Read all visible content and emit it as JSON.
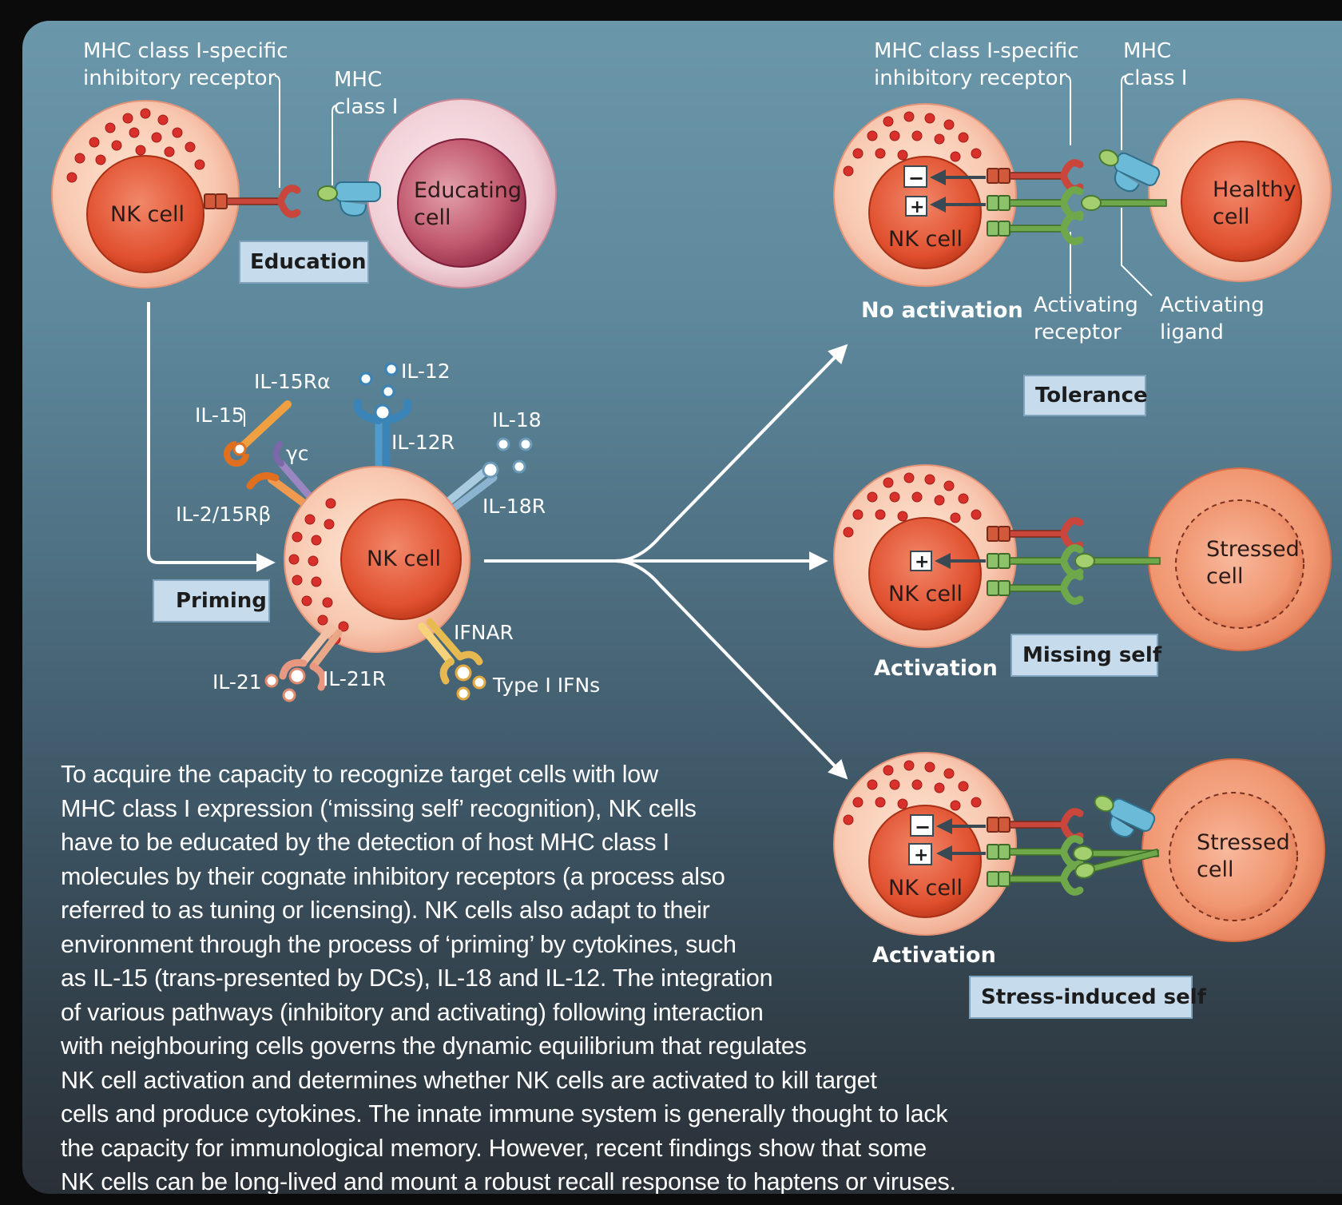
{
  "labels": {
    "mhc_inhib_receptor_left": [
      "MHC class I-specific",
      "inhibitory receptor"
    ],
    "mhc_class_i_left": [
      "MHC",
      "class I"
    ],
    "nk_cell": "NK cell",
    "educating_cell": [
      "Educating",
      "cell"
    ],
    "education": "Education",
    "priming": "Priming",
    "il15ra": "IL-15Rα",
    "il15": "IL-15",
    "il12": "IL-12",
    "il12r": "IL-12R",
    "il18": "IL-18",
    "il18r": "IL-18R",
    "gamma_c": "γc",
    "il2_15rb": "IL-2/15Rβ",
    "ifnar": "IFNAR",
    "il21": "IL-21",
    "il21r": "IL-21R",
    "type1_ifns": "Type I IFNs",
    "mhc_inhib_receptor_right": [
      "MHC class I-specific",
      "inhibitory receptor"
    ],
    "mhc_class_i_right": [
      "MHC",
      "class I"
    ],
    "healthy_cell": [
      "Healthy",
      "cell"
    ],
    "stressed_cell": [
      "Stressed",
      "cell"
    ],
    "no_activation": "No activation",
    "activating_receptor": [
      "Activating",
      "receptor"
    ],
    "activating_ligand": [
      "Activating",
      "ligand"
    ],
    "tolerance": "Tolerance",
    "activation": "Activation",
    "missing_self": "Missing self",
    "stress_induced_self": "Stress-induced self",
    "minus_sign": "−",
    "plus_sign": "+"
  },
  "colors": {
    "background_top": "#6b97aa",
    "background_bottom": "#2a3037",
    "nk_outer": "#f8c8b0",
    "nk_nucleus": "#e0502e",
    "granule": "#d8302a",
    "educating_outer": "#f0cfd6",
    "educating_nucleus": "#a8304a",
    "inhibitory_receptor": "#c8463c",
    "activating_receptor": "#6fa84a",
    "mhc_class_i": "#6bbad8",
    "label_box": "#c6dbeb"
  },
  "caption": [
    "To acquire the capacity to recognize target cells with low",
    "MHC class I expression (‘missing self’ recognition), NK cells",
    "have to be educated by the detection of host MHC class I",
    "molecules by their cognate inhibitory receptors (a process also",
    "referred to as tuning or licensing). NK cells also adapt to their",
    "environment through the process of ‘priming’ by cytokines, such",
    "as IL-15 (trans-presented by DCs), IL-18 and IL-12. The integration",
    "of various pathways (inhibitory and activating) following interaction",
    "with neighbouring cells governs the dynamic equilibrium that regulates",
    "NK cell activation and determines whether NK cells are activated to kill target",
    "cells and produce cytokines. The innate immune system is generally thought to lack",
    "the capacity for immunological memory. However, recent findings show that some",
    "NK cells can be long-lived and mount a robust recall response to haptens or viruses."
  ]
}
